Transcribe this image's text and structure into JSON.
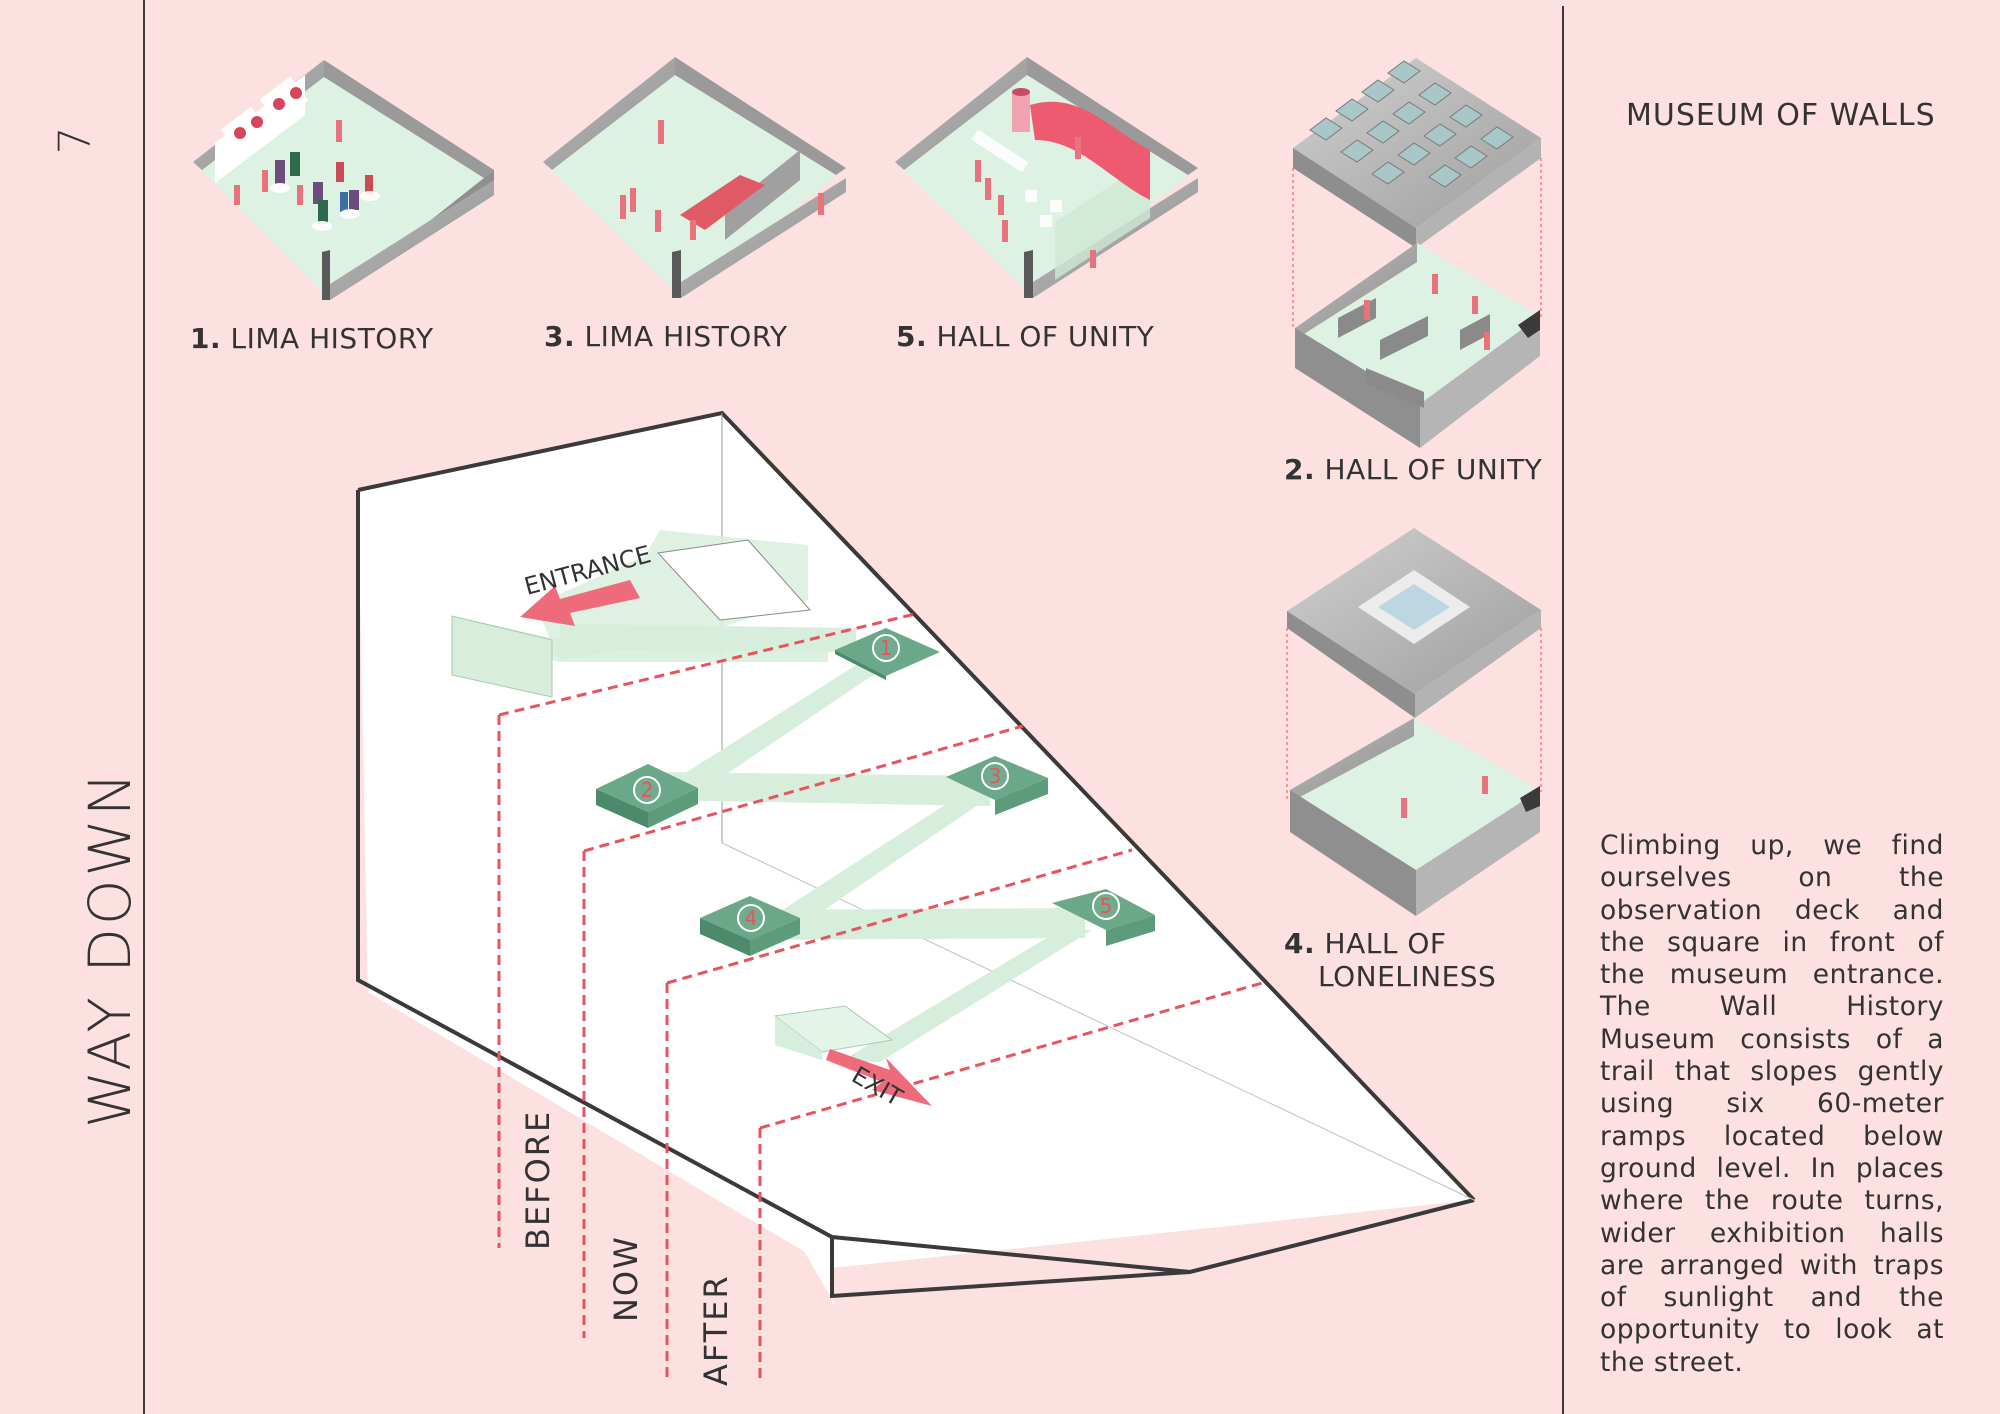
{
  "page_number": "7",
  "section_title": "WAY DOWN",
  "museum_title": "MUSEUM OF WALLS",
  "description": "Climbing up, we find ourselves on the observation deck and the square in front of the museum entrance. The Wall History Museum consists of a trail that slopes gently using six 60-meter ramps located below ground level. In places where the route turns, wider exhibition halls are arranged with traps of sunlight and the opportunity to look at the street.",
  "halls": [
    {
      "number": "1.",
      "name": "LIMA HISTORY"
    },
    {
      "number": "3.",
      "name": "LIMA HISTORY"
    },
    {
      "number": "5.",
      "name": "HALL OF UNITY"
    },
    {
      "number": "2.",
      "name": "HALL OF UNITY"
    },
    {
      "number": "4.",
      "name": "HALL OF",
      "name_line2": "LONELINESS"
    }
  ],
  "diagram": {
    "entrance_label": "ENTRANCE",
    "exit_label": "EXIT",
    "nodes": [
      "1",
      "2",
      "3",
      "4",
      "5"
    ],
    "time_labels": [
      "BEFORE",
      "NOW",
      "AFTER"
    ]
  },
  "colors": {
    "background": "#fde0e0",
    "mint": "#d6eedb",
    "dark_green": "#5e9e7d",
    "accent_red": "#e8545c",
    "concrete": "#a9a9a9"
  }
}
